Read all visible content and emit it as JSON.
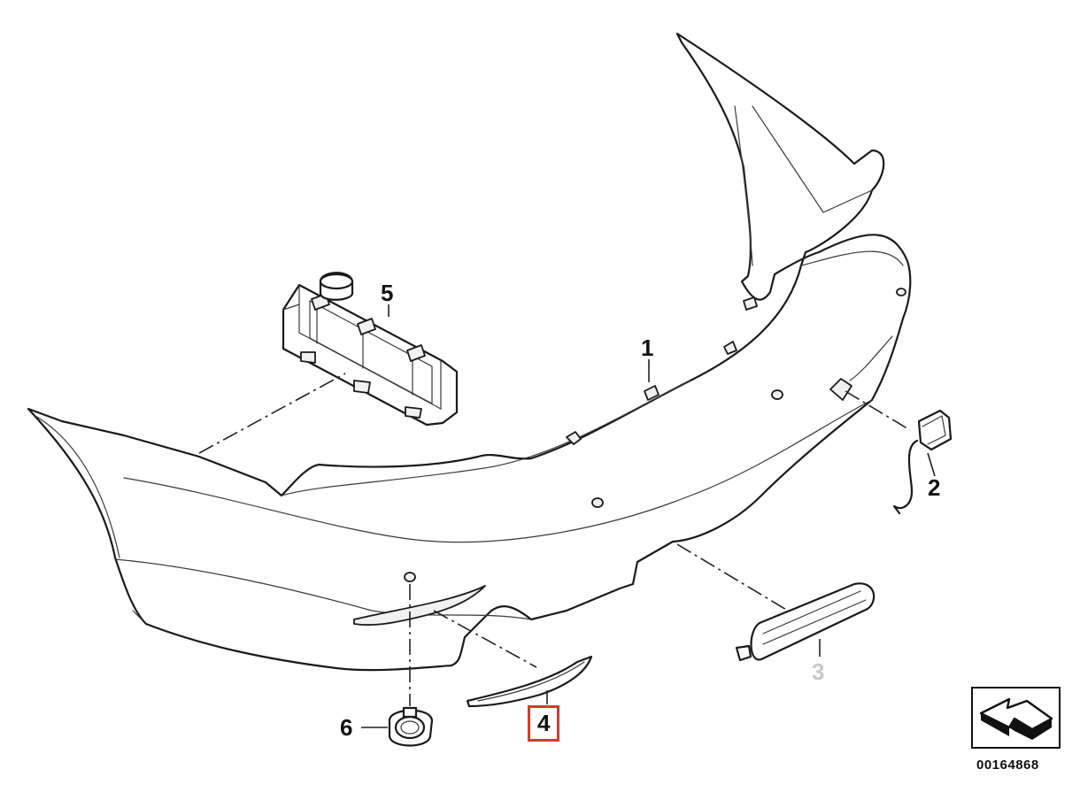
{
  "callouts": {
    "bumper": "1",
    "tow_hook_cover": "2",
    "reflector": "3",
    "trim_strip": "4",
    "energy_absorber": "5",
    "parking_sensor": "6"
  },
  "catalog_number": "00164868",
  "highlight_color": "#d93a2b",
  "highlighted_callout": "4"
}
